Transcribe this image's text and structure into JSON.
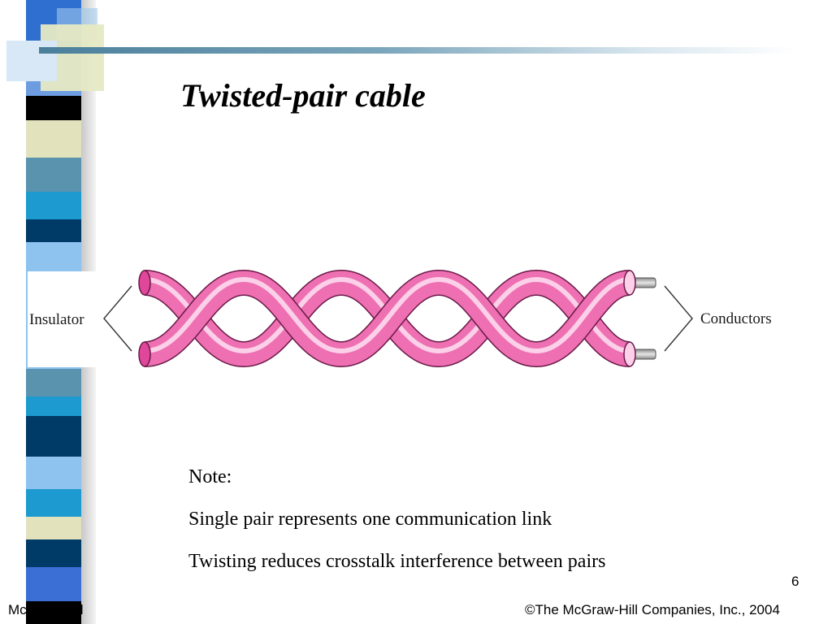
{
  "slide": {
    "title": "Twisted-pair cable",
    "page_number": "6",
    "footer_left": "McGraw-Hill",
    "footer_right": "©The McGraw-Hill Companies, Inc., 2004"
  },
  "figure": {
    "label_left": "Insulator",
    "label_right": "Conductors",
    "cable_color": "#f07ab8",
    "conductor_color": "#b0b0b0"
  },
  "notes": {
    "heading": "Note:",
    "lines": [
      "Single pair represents one communication link",
      "Twisting reduces crosstalk interference between pairs"
    ]
  },
  "theme": {
    "stripe_colors": [
      "#2f6fcf",
      "#000000",
      "#e2e3bd",
      "#5a93ad",
      "#1d9ad0",
      "#003a66",
      "#8ec3f0",
      "#3b6fd6"
    ]
  }
}
